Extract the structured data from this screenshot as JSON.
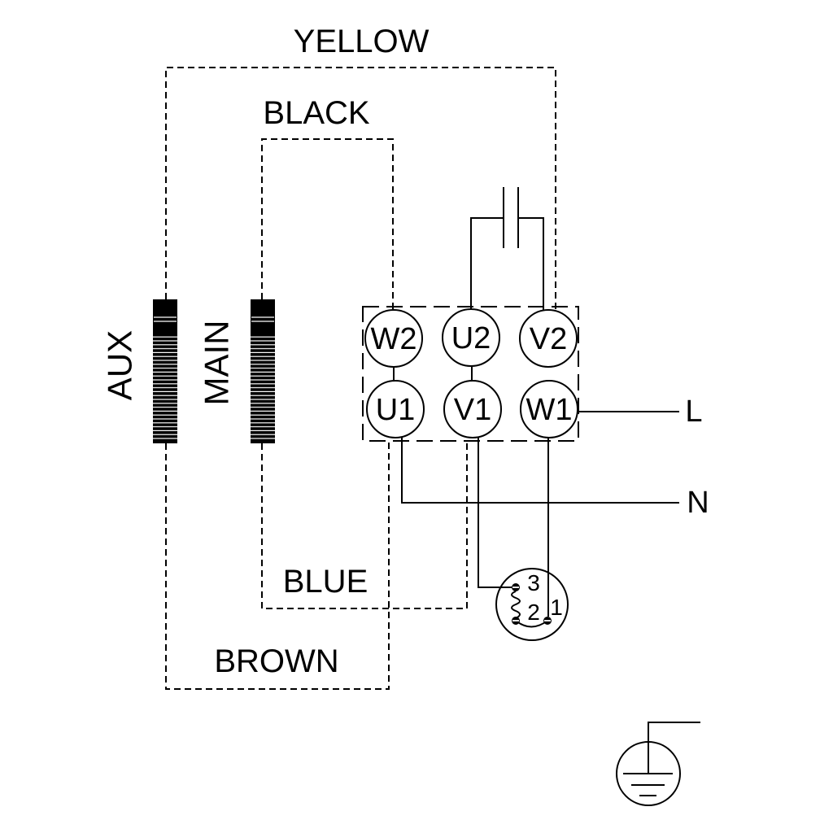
{
  "diagram": {
    "wire_labels": {
      "yellow": "YELLOW",
      "black": "BLACK",
      "blue": "BLUE",
      "brown": "BROWN"
    },
    "winding_labels": {
      "aux": "AUX",
      "main": "MAIN"
    },
    "terminal_labels": {
      "w2": "W2",
      "u2": "U2",
      "v2": "V2",
      "u1": "U1",
      "v1": "V1",
      "w1": "W1"
    },
    "supply_labels": {
      "line": "L",
      "neutral": "N"
    },
    "protector_labels": {
      "t1": "1",
      "t2": "2",
      "t3": "3"
    },
    "colors": {
      "ink": "#000000",
      "paper": "#ffffff"
    }
  }
}
